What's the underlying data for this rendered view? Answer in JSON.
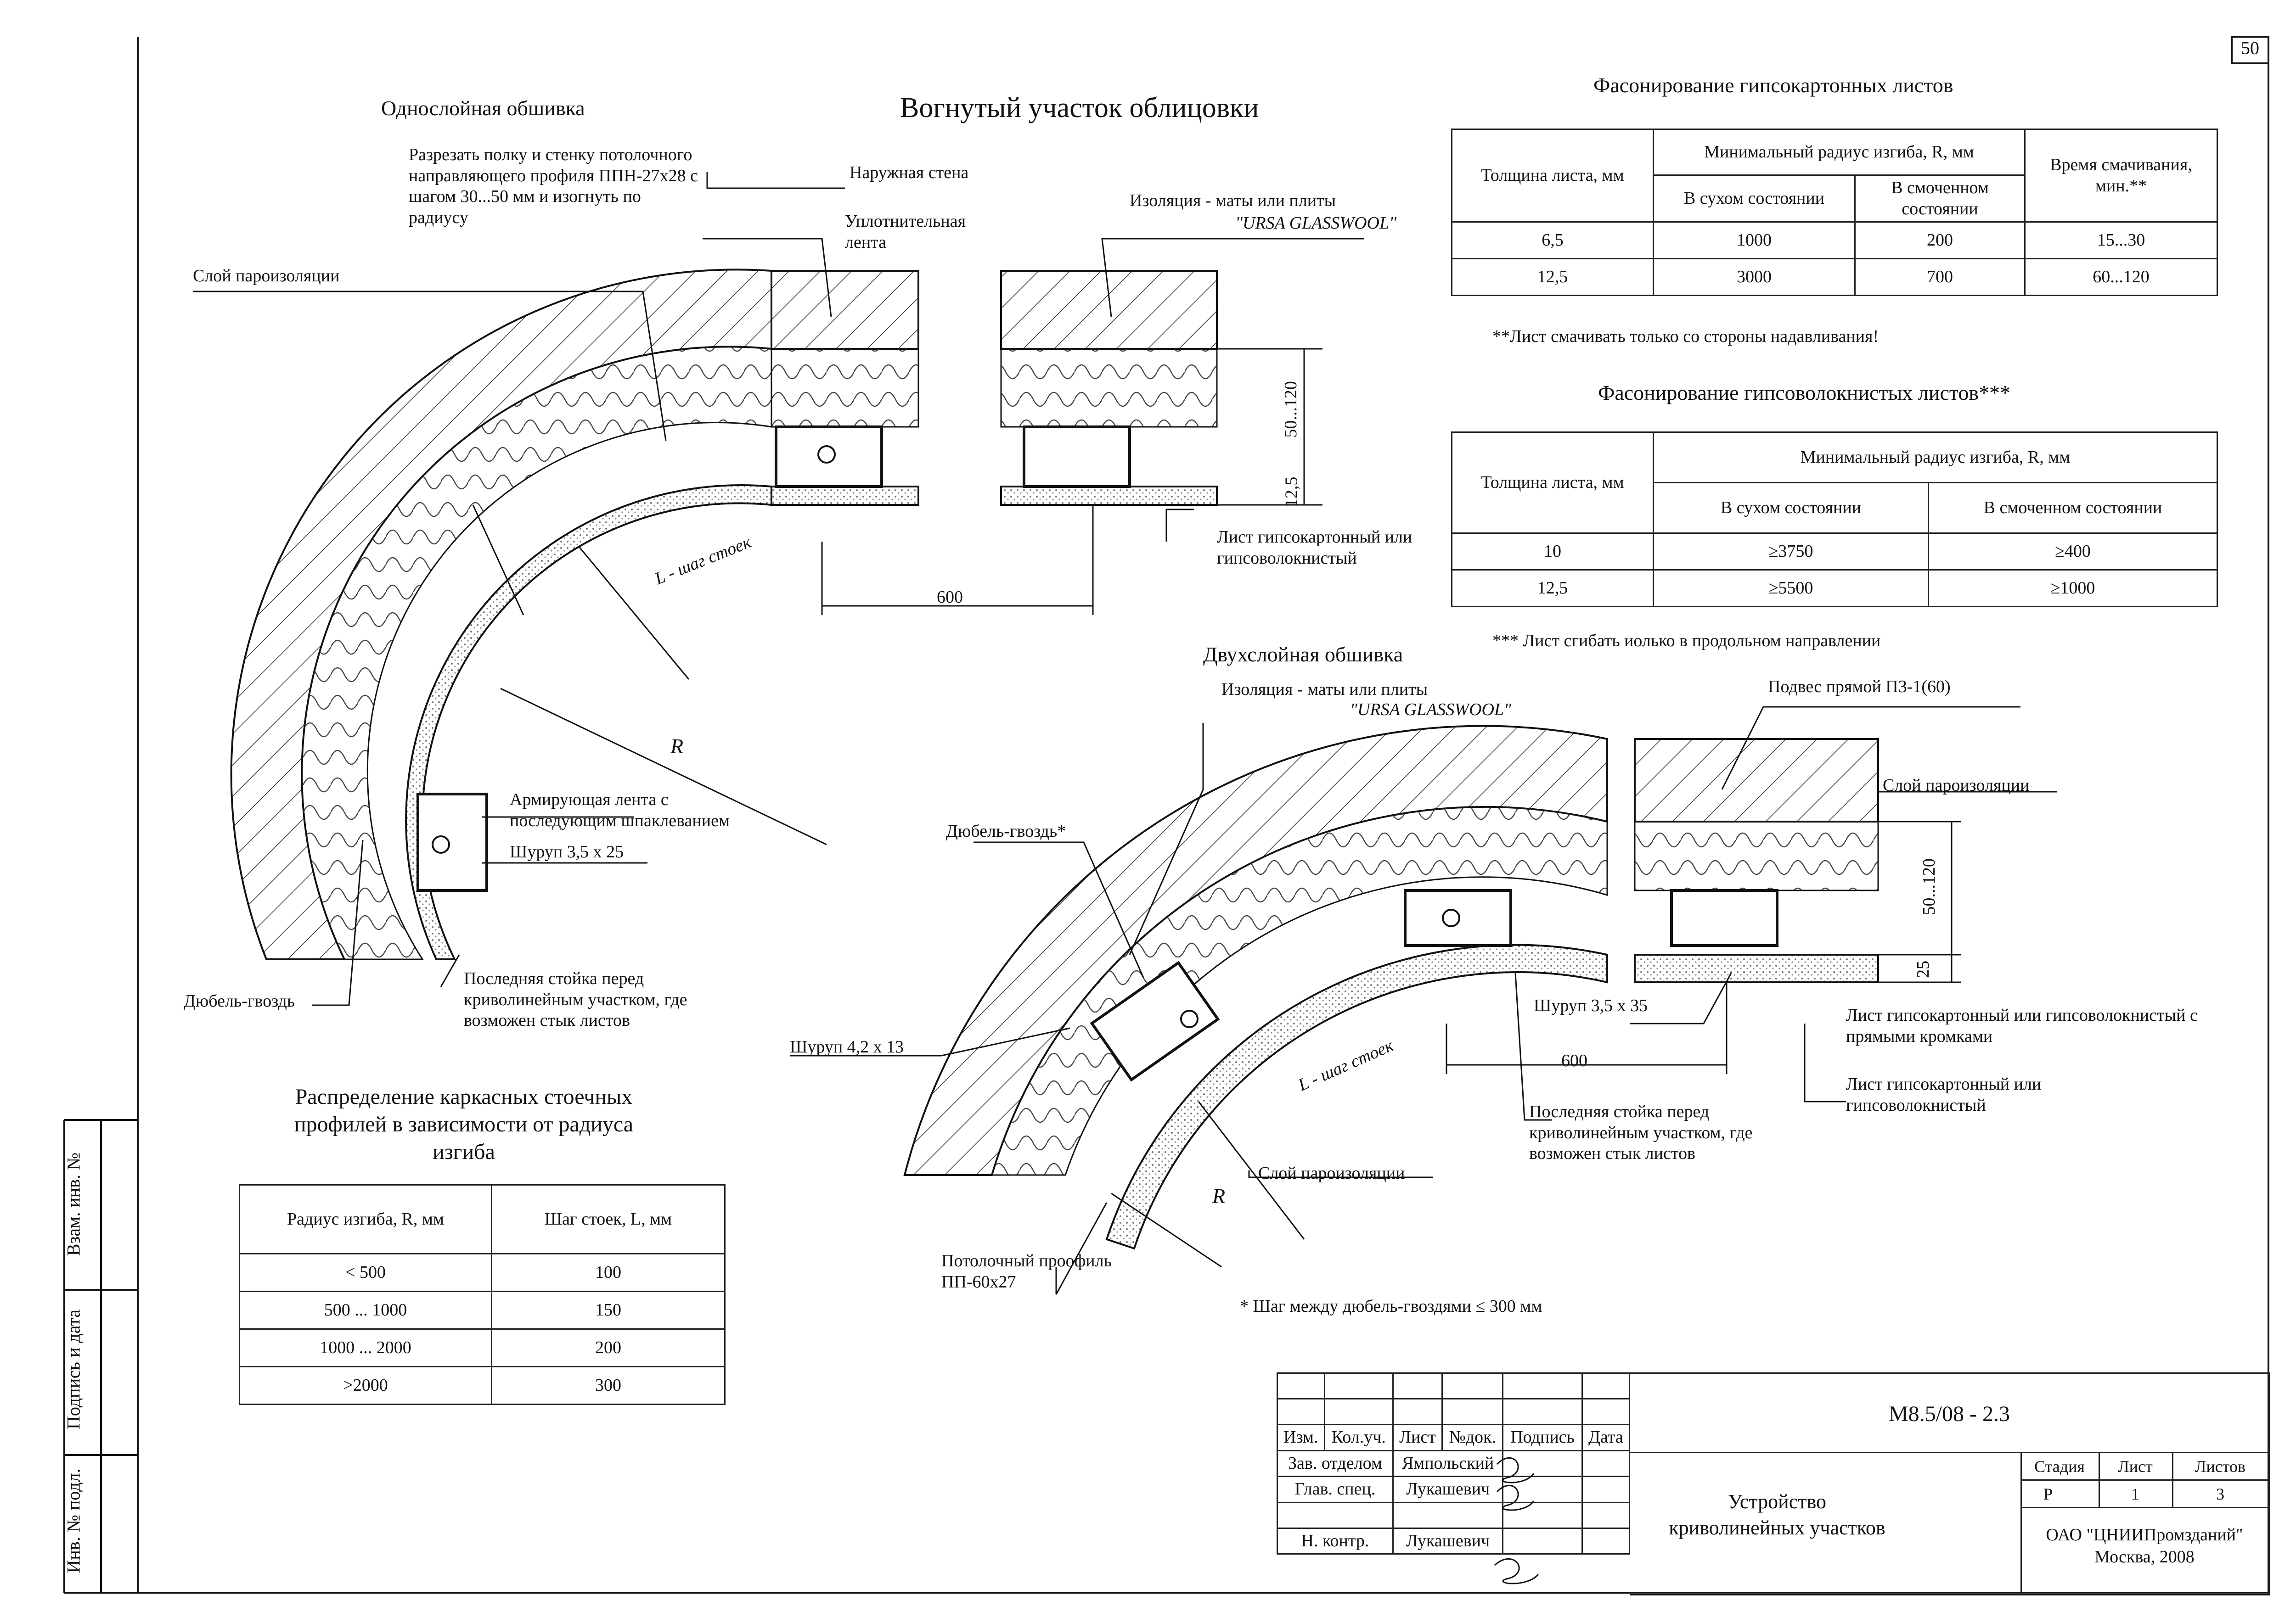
{
  "sheet_number": "50",
  "main_title": "Вогнутый участок облицовки",
  "single_layer": {
    "title": "Однослойная обшивка",
    "labels": {
      "cut": "Разрезать полку и стенку потолочного направляющего профиля ППН-27х28 с шагом 30...50 мм и изогнуть по радиусу",
      "outer_wall": "Наружная стена",
      "seal_tape": "Уплотнительная лента",
      "insulation": "Изоляция - маты или плиты",
      "insulation_brand": "\"URSA GLASSWOOL\"",
      "vapor": "Слой пароизоляции",
      "gkl": "Лист гипсокартонный или гипсоволокнистый",
      "pitch": "L - шаг стоек",
      "dim_600": "600",
      "dim_50_120": "50...120",
      "dim_12_5": "12,5",
      "radius": "R",
      "reinforcing": "Армирующая лента с последующим шпаклеванием",
      "screw": "Шуруп 3,5 х 25",
      "dowel": "Дюбель-гвоздь",
      "last_stud": "Последняя стойка перед криволинейным участком, где возможен стык листов"
    }
  },
  "double_layer": {
    "title": "Двухслойная обшивка",
    "labels": {
      "insulation": "Изоляция - маты или плиты",
      "insulation_brand": "\"URSA GLASSWOOL\"",
      "hanger": "Подвес прямой П3-1(60)",
      "vapor_right": "Слой пароизоляции",
      "dowel": "Дюбель-гвоздь*",
      "screw_42": "Шуруп 4,2 х 13",
      "screw_35": "Шуруп 3,5 х 35",
      "dim_600": "600",
      "dim_50_120": "50...120",
      "dim_25": "25",
      "pitch": "L - шаг стоек",
      "radius": "R",
      "gkl_straight": "Лист гипсокартонный или гипсоволокнистый с прямыми кромками",
      "gkl": "Лист гипсокартонный или гипсоволокнистый",
      "last_stud": "Последняя стойка перед криволинейным участком, где возможен стык листов",
      "vapor_bottom": "Слой пароизоляции",
      "ceiling_profile": "Потолочный проофиль ПП-60х27",
      "footnote": "* Шаг между дюбель-гвоздями ≤ 300 мм"
    }
  },
  "gkl_table": {
    "title": "Фасонирование гипсокартонных листов",
    "h_thickness": "Толщина листа, мм",
    "h_radius": "Минимальный радиус изгиба, R, мм",
    "h_dry": "В сухом состоянии",
    "h_wet": "В смоченном состоянии",
    "h_time": "Время смачивания, мин.**",
    "rows": [
      [
        "6,5",
        "1000",
        "200",
        "15...30"
      ],
      [
        "12,5",
        "3000",
        "700",
        "60...120"
      ]
    ],
    "note": "**Лист смачивать только со стороны надавливания!"
  },
  "gvl_table": {
    "title": "Фасонирование гипсоволокнистых листов***",
    "h_thickness": "Толщина листа, мм",
    "h_radius": "Минимальный радиус изгиба, R, мм",
    "h_dry": "В сухом состоянии",
    "h_wet": "В смоченном состоянии",
    "rows": [
      [
        "10",
        "≥3750",
        "≥400"
      ],
      [
        "12,5",
        "≥5500",
        "≥1000"
      ]
    ],
    "note": "*** Лист сгибать иолько в продольном направлении"
  },
  "dist_table": {
    "title": "Распределение каркасных стоечных профилей в зависимости от радиуса изгиба",
    "h_radius": "Радиус изгиба, R, мм",
    "h_pitch": "Шаг стоек, L, мм",
    "rows": [
      [
        "< 500",
        "100"
      ],
      [
        "500 ... 1000",
        "150"
      ],
      [
        "1000 ... 2000",
        "200"
      ],
      [
        ">2000",
        "300"
      ]
    ]
  },
  "side_stamp": {
    "inv_podl": "Инв. № подл.",
    "podpis": "Подпись и дата",
    "vzam": "Взам. инв. №"
  },
  "title_block": {
    "code": "М8.5/08 - 2.3",
    "cols": [
      "Изм.",
      "Кол.уч.",
      "Лист",
      "№док.",
      "Подпись",
      "Дата"
    ],
    "rows": [
      {
        "role": "Зав. отделом",
        "name": "Ямпольский"
      },
      {
        "role": "Глав. спец.",
        "name": "Лукашевич"
      },
      {
        "role": "Н. контр.",
        "name": "Лукашевич"
      }
    ],
    "doc_title": "Устройство криволинейных участков",
    "stage_h": "Стадия",
    "sheet_h": "Лист",
    "sheets_h": "Листов",
    "stage": "Р",
    "sheet": "1",
    "sheets": "3",
    "org": "ОАО \"ЦНИИПромзданий\"",
    "city": "Москва, 2008"
  },
  "colors": {
    "ink": "#111111",
    "hatch": "#333333",
    "stipple": "#777777"
  }
}
